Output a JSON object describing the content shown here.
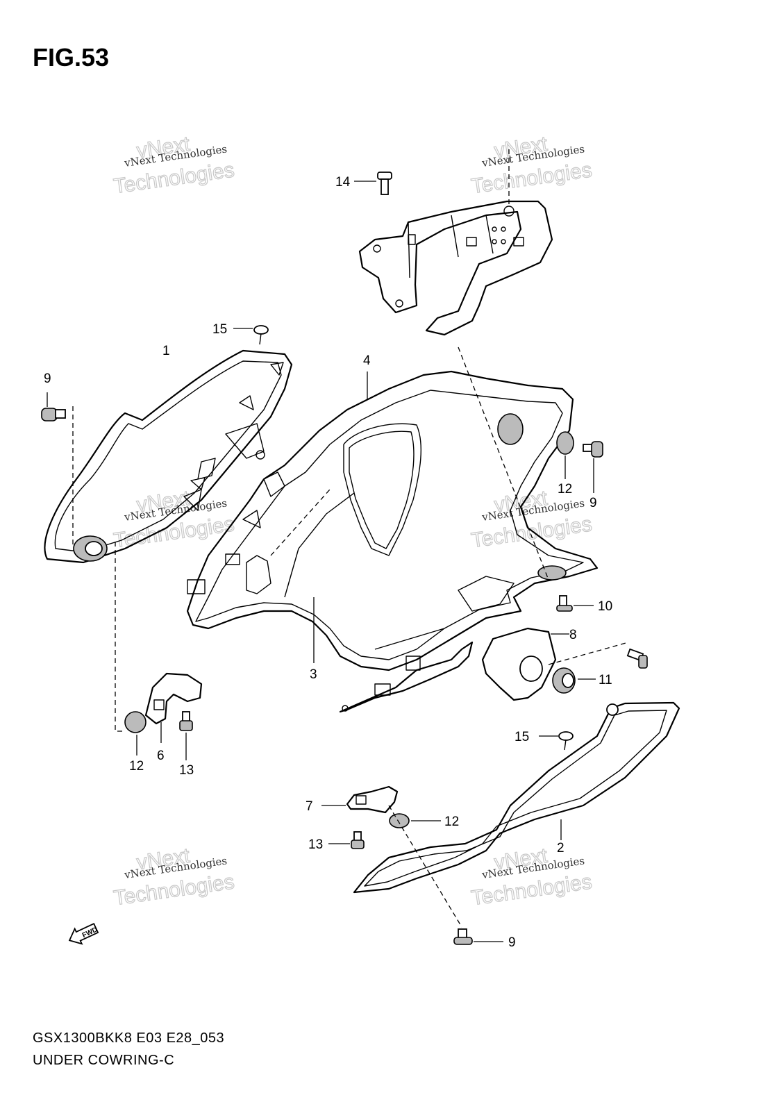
{
  "figure_title": "FIG.53",
  "footer": {
    "code": "GSX1300BKK8 E03 E28_053",
    "name": "UNDER COWRING-C"
  },
  "watermark": {
    "small": "vNext Technologies",
    "big": "Technologies",
    "top": "vNext"
  },
  "fwd_label": "FWD",
  "callouts": {
    "c1": "1",
    "c2": "2",
    "c3": "3",
    "c4": "4",
    "c6": "6",
    "c7": "7",
    "c8": "8",
    "c9a": "9",
    "c9b": "9",
    "c9c": "9",
    "c10": "10",
    "c11": "11",
    "c12a": "12",
    "c12b": "12",
    "c12c": "12",
    "c13a": "13",
    "c13b": "13",
    "c14": "14",
    "c15a": "15",
    "c15b": "15"
  }
}
